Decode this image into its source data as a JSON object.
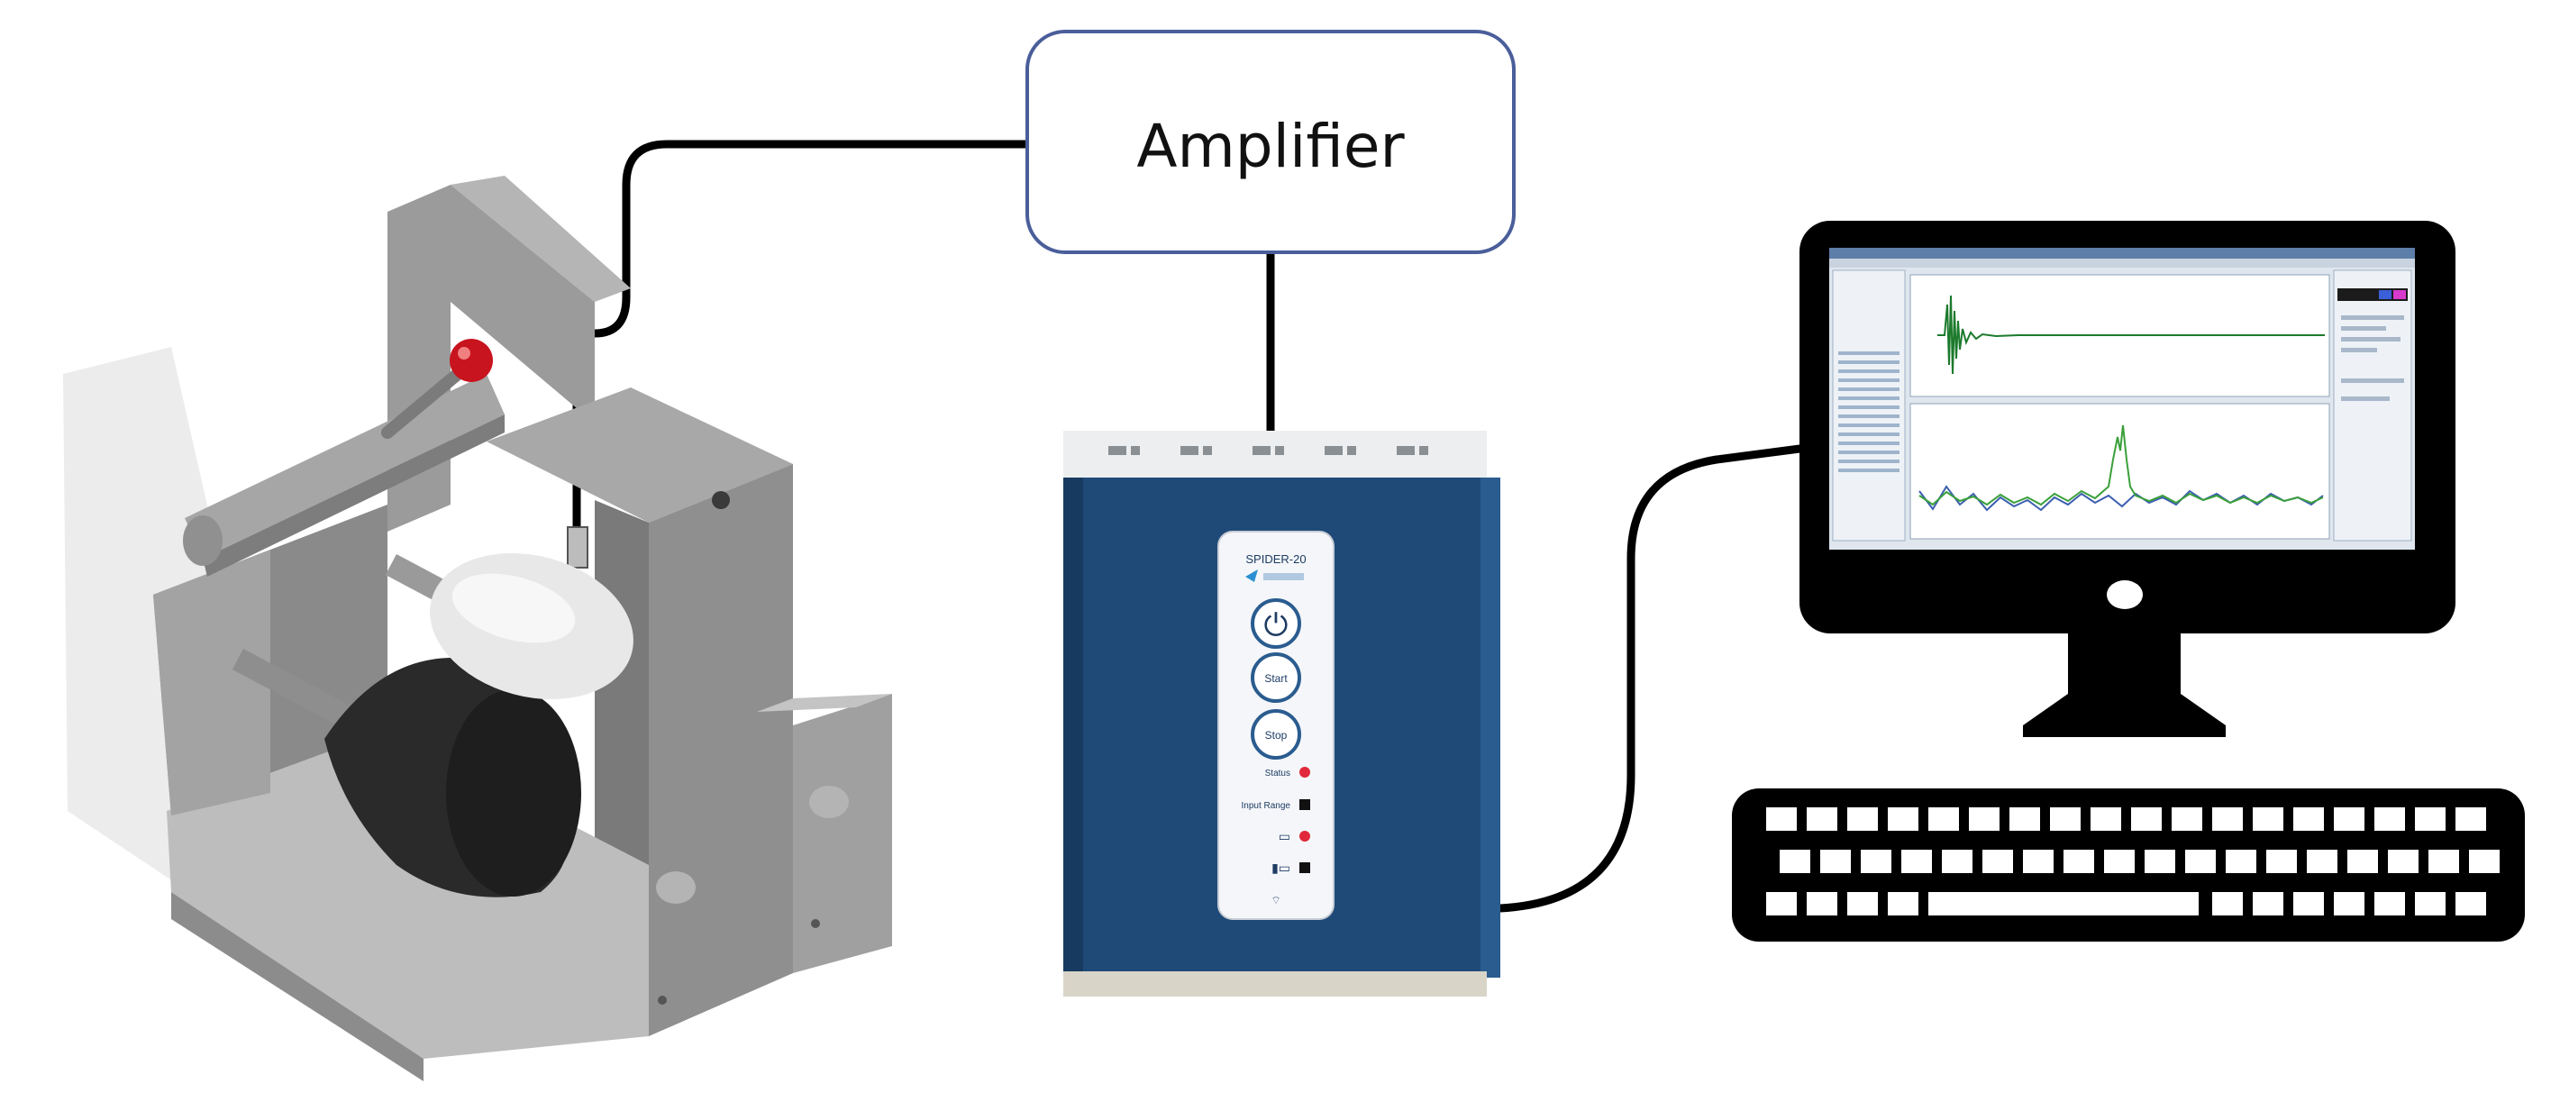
{
  "diagram": {
    "amplifier_label": "Amplifier",
    "daq_device": {
      "brand_label": "SPIDER-20",
      "power_button_label": "⏻",
      "start_button_label": "Start",
      "stop_button_label": "Stop",
      "status_rows": [
        {
          "label": "Status",
          "led_color": "#e0283a"
        },
        {
          "label": "Input Range",
          "led_color": "#111111"
        },
        {
          "label": "▭",
          "led_color": "#e0283a"
        },
        {
          "label": "▮▭",
          "led_color": "#111111"
        }
      ]
    },
    "colors": {
      "cable": "#000000",
      "amplifier_border": "#4a5e9a",
      "daq_body": "#1f4a78",
      "fixture_gray": "#8c8c8c",
      "knob_red": "#c8141e",
      "screen_time_signal": "#1c7a2c",
      "screen_spectrum_green": "#3aa03a",
      "screen_spectrum_blue": "#3c5fb0"
    }
  }
}
